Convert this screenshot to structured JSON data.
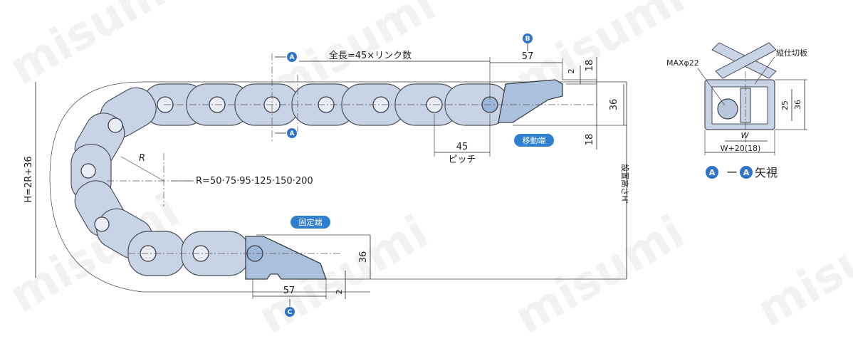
{
  "watermark": "misumi",
  "labels": {
    "total_length": "全長=45×リンク数",
    "pitch_value": "45",
    "pitch_label": "ピッチ",
    "radius_symbol": "R",
    "radius_values": "R=50·75·95·125·150·200",
    "height_formula": "H=2R+36",
    "install_height": "設置高さH'",
    "moving_end": "移動端",
    "fixed_end": "固定端",
    "dim_57_top": "57",
    "dim_57_bottom": "57",
    "dim_2_top": "2",
    "dim_18_top": "18",
    "dim_36_right": "36",
    "dim_18_bottom": "18",
    "dim_36_fixed": "36",
    "dim_2_bottom": "2",
    "badge_a": "A",
    "badge_b": "B",
    "badge_c": "C",
    "section_max": "MAXφ22",
    "section_partition": "縦仕切板",
    "section_w": "W",
    "section_w20": "W+20(18)",
    "section_25": "25",
    "section_36": "36",
    "view_dash": "ー",
    "view_label": "矢視"
  },
  "colors": {
    "link_fill": "#c8d4e6",
    "bracket_fill": "#aac0dc",
    "badge": "#2e75c9"
  }
}
